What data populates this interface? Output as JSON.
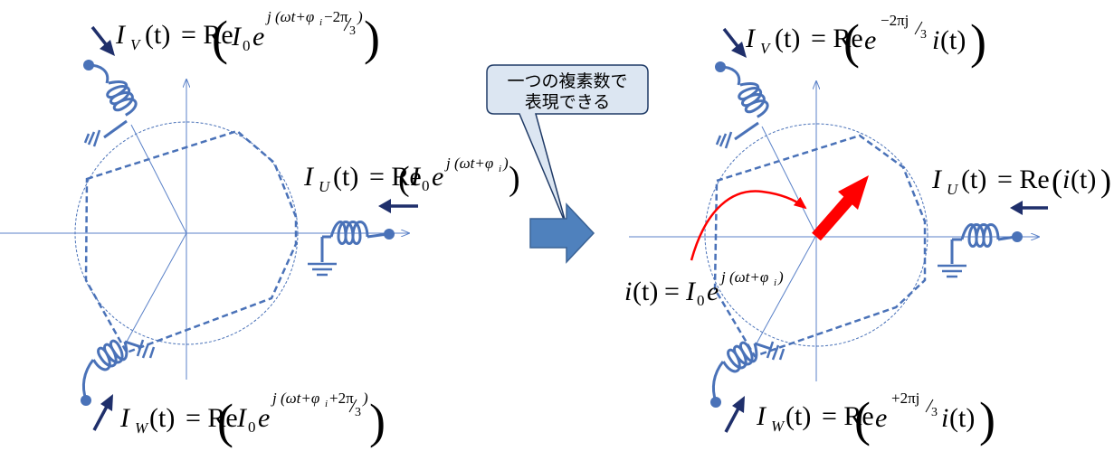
{
  "colors": {
    "axis": "#5B82C8",
    "coil": "#4A72B8",
    "dashed": "#4A72B8",
    "arrow_dark": "#1F2F6B",
    "red": "#FF0000",
    "callout_fill": "#DCE6F2",
    "callout_stroke": "#1F3A66",
    "block_arrow": "#4F81BD"
  },
  "callout": {
    "line1": "一つの複素数で",
    "line2": "表現できる"
  },
  "left": {
    "iv": {
      "sym": "I",
      "sub": "V",
      "arg": "(t)",
      "eq": "= Re",
      "base": "I",
      "base_sub": "0",
      "e": "e",
      "exp_j": "j",
      "exp_body": "(ωt+φ",
      "exp_phi_sub": "i",
      "exp_tail": "−2π",
      "exp_den": "3",
      "exp_close": ")"
    },
    "iu": {
      "sym": "I",
      "sub": "U",
      "arg": "(t)",
      "eq": "= Re",
      "base": "I",
      "base_sub": "0",
      "e": "e",
      "exp_j": "j",
      "exp_body": "(ωt+φ",
      "exp_phi_sub": "i",
      "exp_close": ")"
    },
    "iw": {
      "sym": "I",
      "sub": "W",
      "arg": "(t)",
      "eq": "= Re",
      "base": "I",
      "base_sub": "0",
      "e": "e",
      "exp_j": "j",
      "exp_body": "(ωt+φ",
      "exp_phi_sub": "i",
      "exp_tail": "+2π",
      "exp_den": "3",
      "exp_close": ")"
    }
  },
  "right": {
    "iv": {
      "sym": "I",
      "sub": "V",
      "arg": "(t)",
      "eq": "= Re",
      "e": "e",
      "exp": "−2πj",
      "exp_den": "3",
      "i": "i",
      "i_arg": "(t)"
    },
    "iu": {
      "sym": "I",
      "sub": "U",
      "arg": "(t)",
      "eq": "= Re",
      "i": "i",
      "i_arg": "(t)"
    },
    "iw": {
      "sym": "I",
      "sub": "W",
      "arg": "(t)",
      "eq": "= Re",
      "e": "e",
      "exp": "+2πj",
      "exp_den": "3",
      "i": "i",
      "i_arg": "(t)"
    },
    "idef": {
      "i": "i",
      "arg": "(t)",
      "eq": "=",
      "base": "I",
      "base_sub": "0",
      "e": "e",
      "exp_j": "j",
      "exp_body": "(ωt+φ",
      "exp_phi_sub": "i",
      "exp_close": ")"
    }
  }
}
